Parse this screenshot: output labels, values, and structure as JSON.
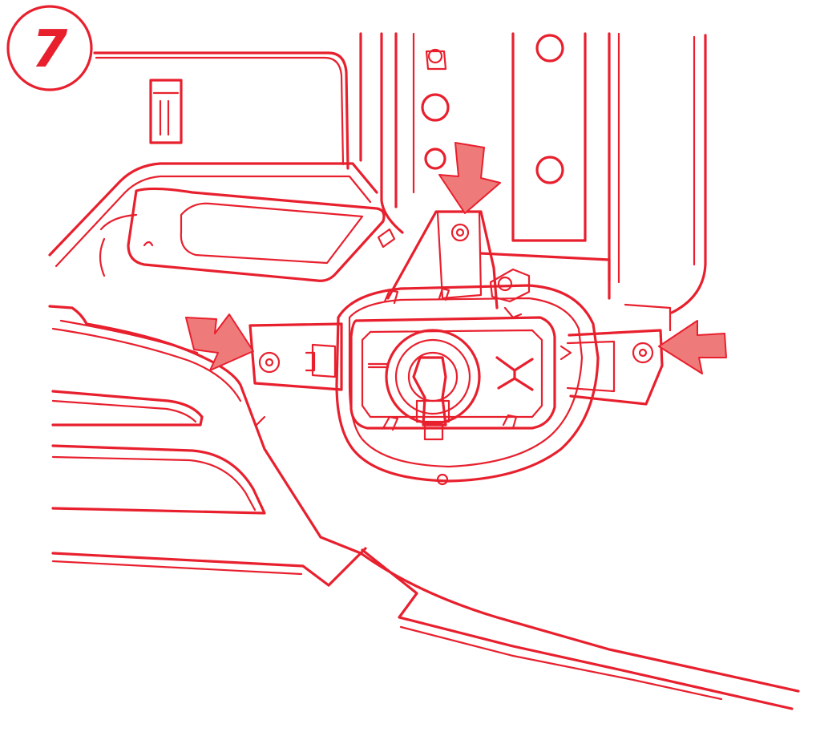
{
  "step": {
    "number": "7"
  },
  "colors": {
    "line": "#e8202e",
    "arrow_fill": "#ef7a7a",
    "arrow_stroke": "#e8202e",
    "background": "#ffffff"
  },
  "callouts": [
    {
      "id": "top-bolt-arrow",
      "direction": "down"
    },
    {
      "id": "left-bolt-arrow",
      "direction": "down-right"
    },
    {
      "id": "right-bolt-arrow",
      "direction": "left"
    }
  ]
}
